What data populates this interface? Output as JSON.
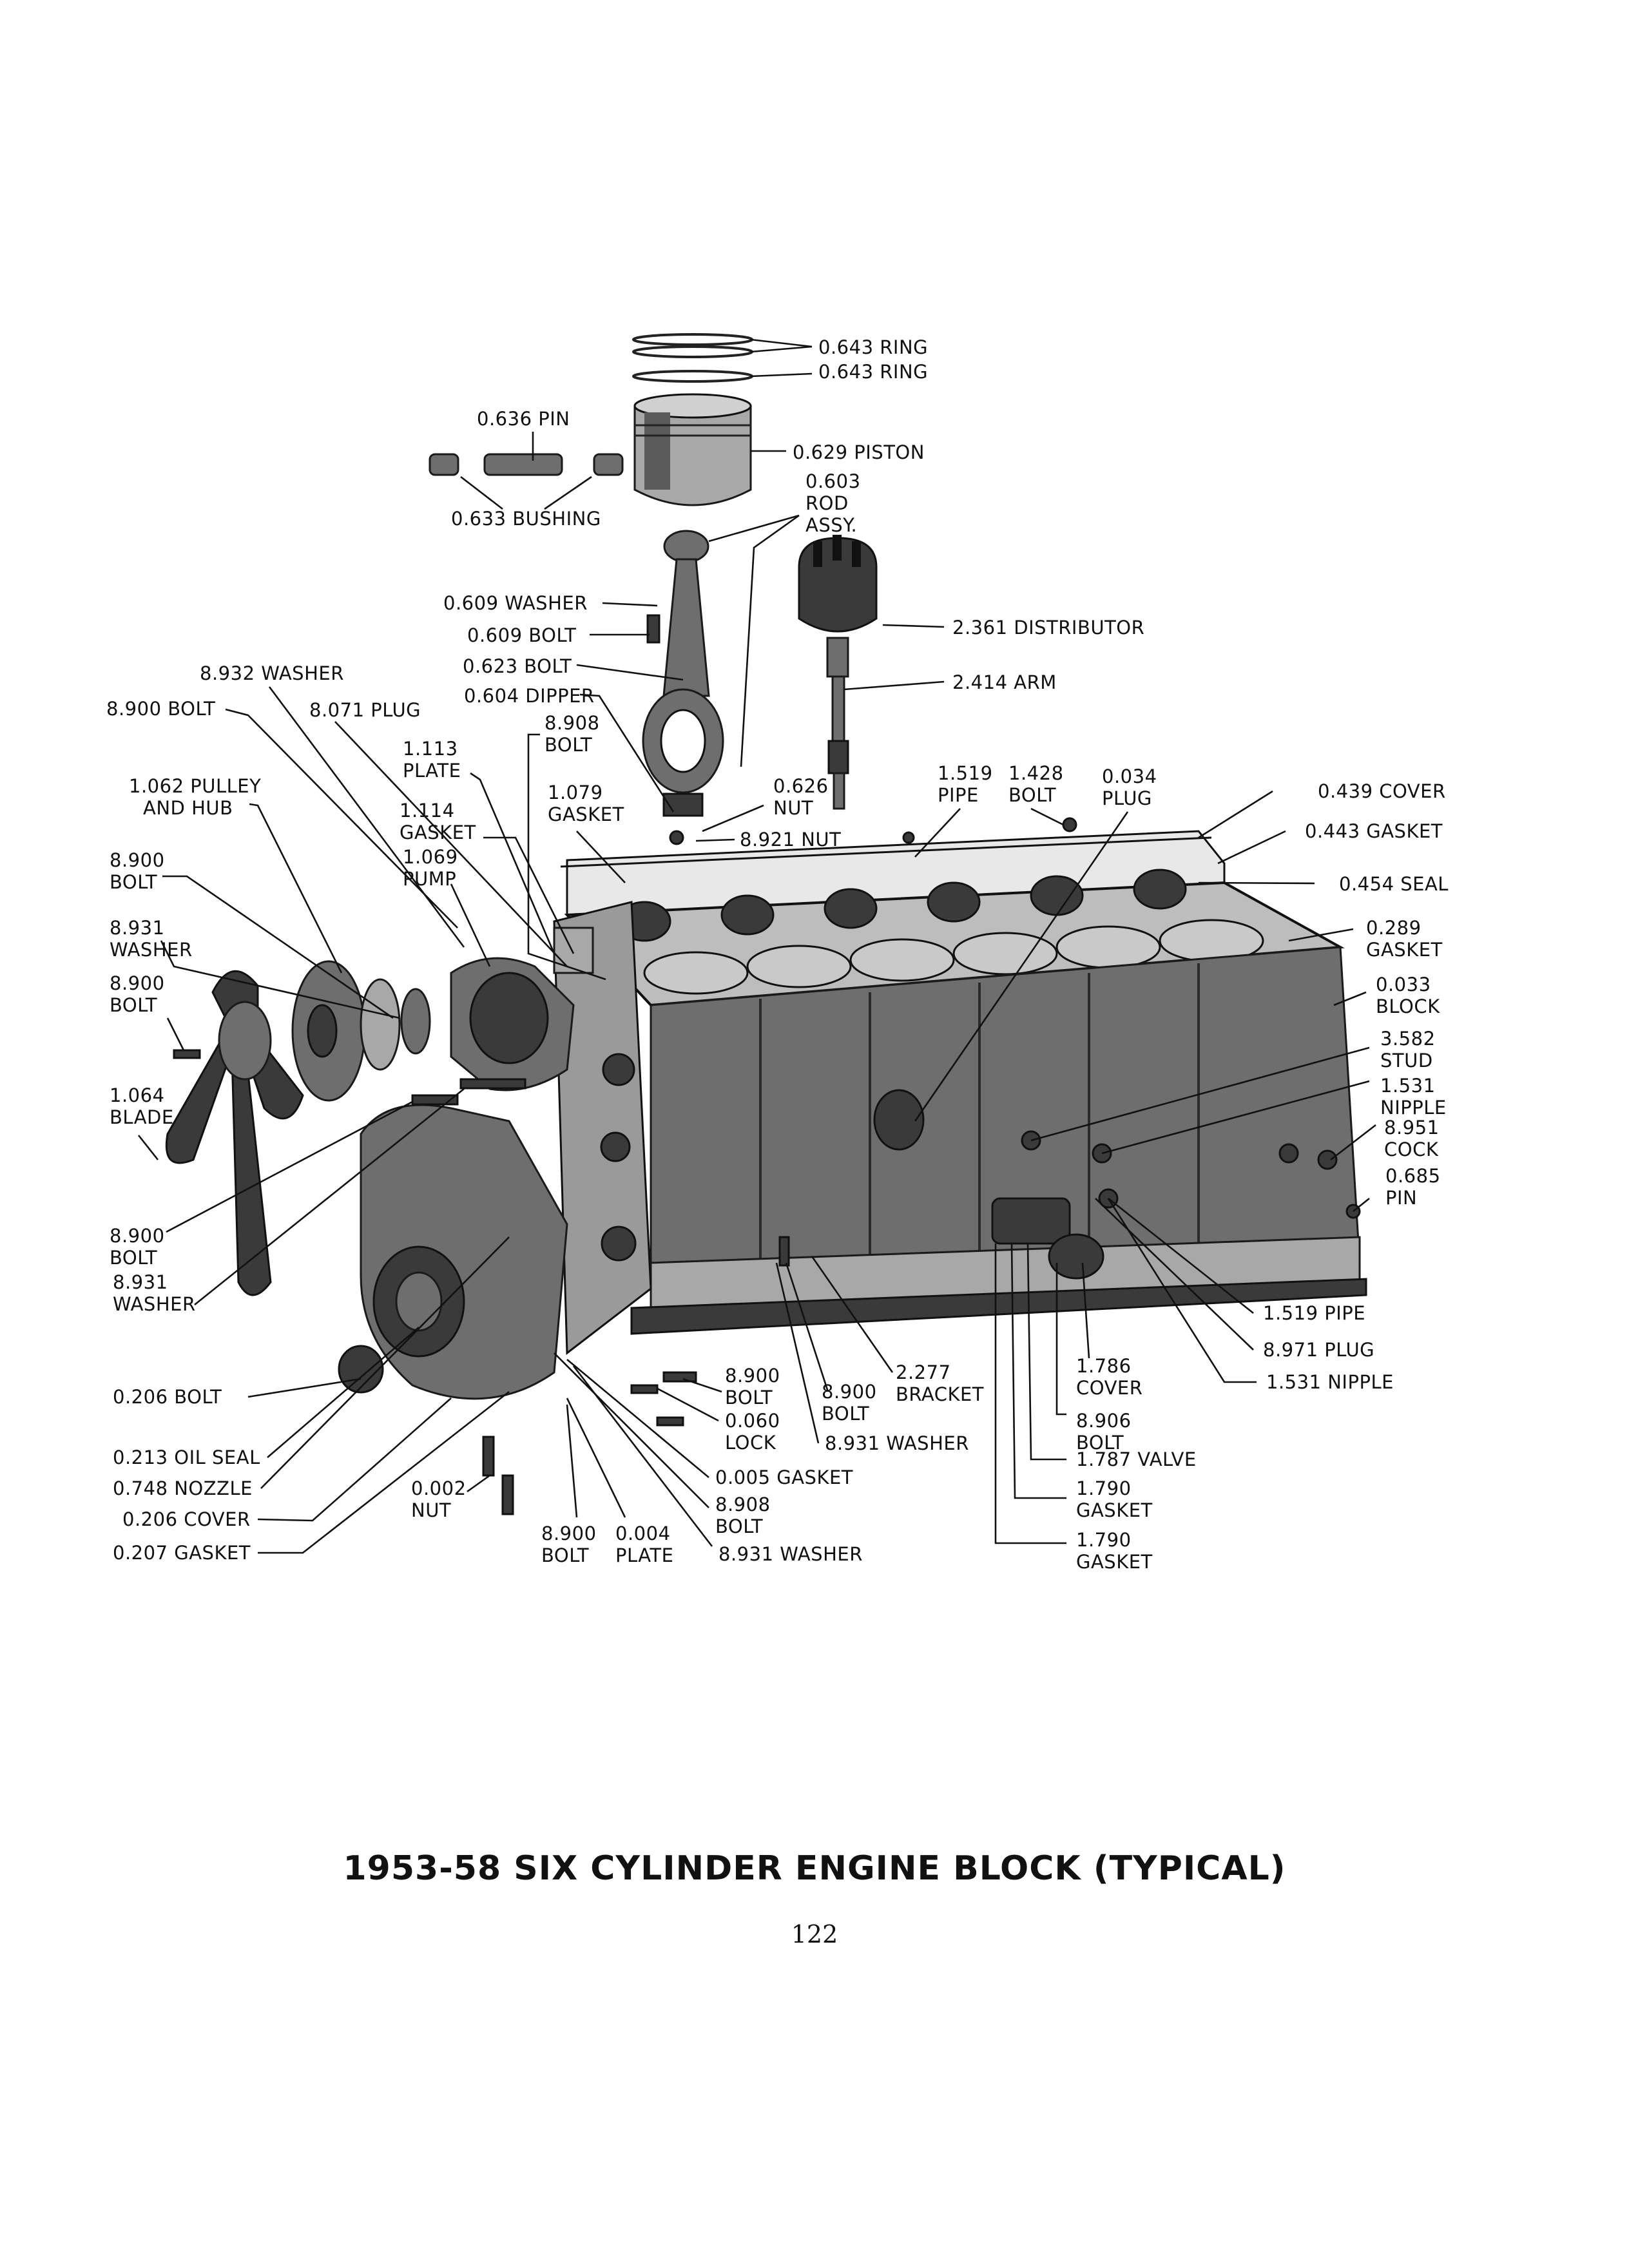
{
  "caption": "1953-58 SIX CYLINDER ENGINE BLOCK (TYPICAL)",
  "page_number": "122",
  "callouts": [
    {
      "id": "c01",
      "lines": [
        "0.643 RING"
      ]
    },
    {
      "id": "c02",
      "lines": [
        "0.643 RING"
      ]
    },
    {
      "id": "c03",
      "lines": [
        "0.636 PIN"
      ]
    },
    {
      "id": "c04",
      "lines": [
        "0.629 PISTON"
      ]
    },
    {
      "id": "c05",
      "lines": [
        "0.633 BUSHING"
      ]
    },
    {
      "id": "c06",
      "lines": [
        "0.603",
        "ROD",
        "ASSY."
      ]
    },
    {
      "id": "c07",
      "lines": [
        "0.609 WASHER"
      ]
    },
    {
      "id": "c08",
      "lines": [
        "2.361 DISTRIBUTOR"
      ]
    },
    {
      "id": "c09",
      "lines": [
        "0.609 BOLT"
      ]
    },
    {
      "id": "c10",
      "lines": [
        "0.623 BOLT"
      ]
    },
    {
      "id": "c11",
      "lines": [
        "2.414 ARM"
      ]
    },
    {
      "id": "c12",
      "lines": [
        "8.932 WASHER"
      ]
    },
    {
      "id": "c13",
      "lines": [
        "0.604 DIPPER"
      ]
    },
    {
      "id": "c14",
      "lines": [
        "8.900 BOLT"
      ]
    },
    {
      "id": "c15",
      "lines": [
        "8.071 PLUG"
      ]
    },
    {
      "id": "c16",
      "lines": [
        "8.908",
        "BOLT"
      ]
    },
    {
      "id": "c17",
      "lines": [
        "1.113",
        "PLATE"
      ]
    },
    {
      "id": "c18",
      "lines": [
        "1.062 PULLEY",
        "AND HUB"
      ]
    },
    {
      "id": "c19",
      "lines": [
        "1.079",
        "GASKET"
      ]
    },
    {
      "id": "c20",
      "lines": [
        "0.626",
        "NUT"
      ]
    },
    {
      "id": "c21",
      "lines": [
        "1.519",
        "PIPE"
      ]
    },
    {
      "id": "c22",
      "lines": [
        "1.428",
        "BOLT"
      ]
    },
    {
      "id": "c23",
      "lines": [
        "0.034",
        "PLUG"
      ]
    },
    {
      "id": "c24",
      "lines": [
        "0.439 COVER"
      ]
    },
    {
      "id": "c25",
      "lines": [
        "1.114",
        "GASKET"
      ]
    },
    {
      "id": "c26",
      "lines": [
        "8.921 NUT"
      ]
    },
    {
      "id": "c27",
      "lines": [
        "0.443 GASKET"
      ]
    },
    {
      "id": "c28",
      "lines": [
        "1.069",
        "PUMP"
      ]
    },
    {
      "id": "c29",
      "lines": [
        "8.900",
        "BOLT"
      ]
    },
    {
      "id": "c30",
      "lines": [
        "0.454 SEAL"
      ]
    },
    {
      "id": "c31",
      "lines": [
        "8.931",
        "WASHER"
      ]
    },
    {
      "id": "c32",
      "lines": [
        "0.289",
        "GASKET"
      ]
    },
    {
      "id": "c33",
      "lines": [
        "8.900",
        "BOLT"
      ]
    },
    {
      "id": "c34",
      "lines": [
        "0.033",
        "BLOCK"
      ]
    },
    {
      "id": "c35",
      "lines": [
        "3.582",
        "STUD"
      ]
    },
    {
      "id": "c36",
      "lines": [
        "1.064",
        "BLADE"
      ]
    },
    {
      "id": "c37",
      "lines": [
        "1.531",
        "NIPPLE"
      ]
    },
    {
      "id": "c38",
      "lines": [
        "8.951",
        "COCK"
      ]
    },
    {
      "id": "c39",
      "lines": [
        "0.685",
        "PIN"
      ]
    },
    {
      "id": "c40",
      "lines": [
        "8.900",
        "BOLT"
      ]
    },
    {
      "id": "c41",
      "lines": [
        "8.931",
        "WASHER"
      ]
    },
    {
      "id": "c42",
      "lines": [
        "1.519 PIPE"
      ]
    },
    {
      "id": "c43",
      "lines": [
        "8.971 PLUG"
      ]
    },
    {
      "id": "c44",
      "lines": [
        "1.786",
        "COVER"
      ]
    },
    {
      "id": "c45",
      "lines": [
        "2.277",
        "BRACKET"
      ]
    },
    {
      "id": "c46",
      "lines": [
        "8.900",
        "BOLT"
      ]
    },
    {
      "id": "c47",
      "lines": [
        "8.900",
        "BOLT"
      ]
    },
    {
      "id": "c48",
      "lines": [
        "1.531 NIPPLE"
      ]
    },
    {
      "id": "c49",
      "lines": [
        "0.206 BOLT"
      ]
    },
    {
      "id": "c50",
      "lines": [
        "0.060",
        "LOCK"
      ]
    },
    {
      "id": "c51",
      "lines": [
        "8.906",
        "BOLT"
      ]
    },
    {
      "id": "c52",
      "lines": [
        "8.931 WASHER"
      ]
    },
    {
      "id": "c53",
      "lines": [
        "0.213 OIL SEAL"
      ]
    },
    {
      "id": "c54",
      "lines": [
        "1.787 VALVE"
      ]
    },
    {
      "id": "c55",
      "lines": [
        "0.748 NOZZLE"
      ]
    },
    {
      "id": "c56",
      "lines": [
        "0.005 GASKET"
      ]
    },
    {
      "id": "c57",
      "lines": [
        "0.002",
        "NUT"
      ]
    },
    {
      "id": "c58",
      "lines": [
        "1.790",
        "GASKET"
      ]
    },
    {
      "id": "c59",
      "lines": [
        "8.908",
        "BOLT"
      ]
    },
    {
      "id": "c60",
      "lines": [
        "0.206 COVER"
      ]
    },
    {
      "id": "c61",
      "lines": [
        "1.790",
        "GASKET"
      ]
    },
    {
      "id": "c62",
      "lines": [
        "0.207 GASKET"
      ]
    },
    {
      "id": "c63",
      "lines": [
        "8.900",
        "BOLT"
      ]
    },
    {
      "id": "c64",
      "lines": [
        "0.004",
        "PLATE"
      ]
    },
    {
      "id": "c65",
      "lines": [
        "8.931 WASHER"
      ]
    }
  ]
}
